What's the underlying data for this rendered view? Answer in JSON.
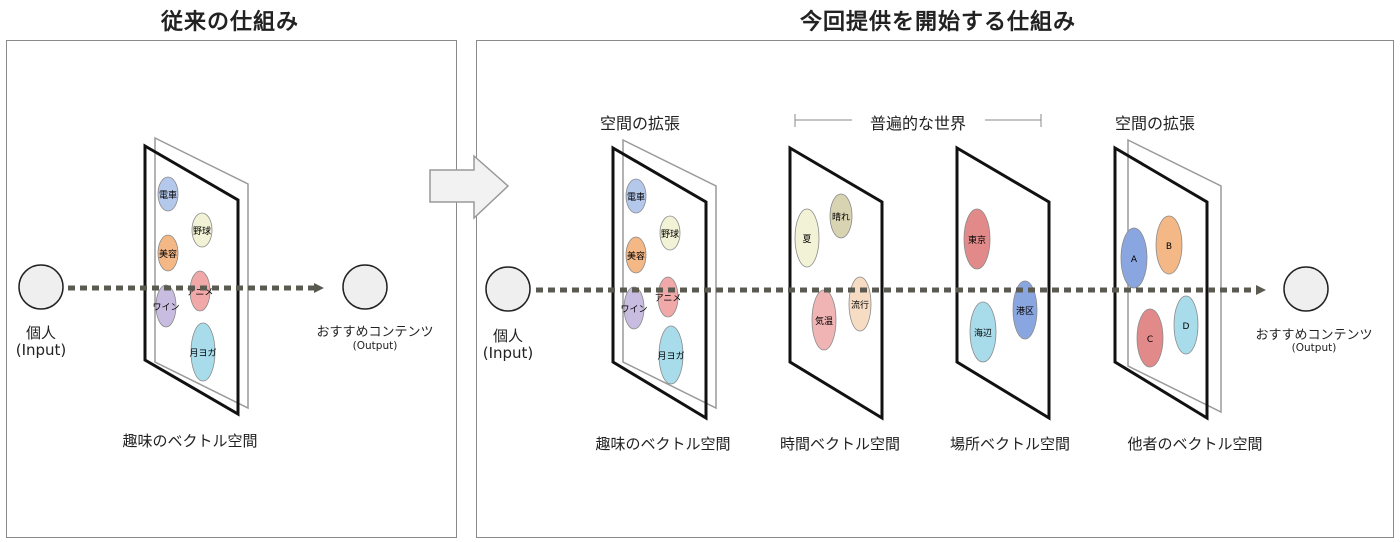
{
  "titles": {
    "left": "従来の仕組み",
    "right": "今回提供を開始する仕組み"
  },
  "left_panel": {
    "input_label": "個人",
    "input_sub": "(Input)",
    "output_label": "おすすめコンテンツ",
    "output_sub": "(Output)",
    "space_label": "趣味のベクトル空間",
    "bubbles": [
      "電車",
      "野球",
      "美容",
      "ワイン",
      "アニメ",
      "月ヨガ"
    ]
  },
  "right_panel": {
    "input_label": "個人",
    "input_sub": "(Input)",
    "output_label": "おすすめコンテンツ",
    "output_sub": "(Output)",
    "top_left_label": "空間の拡張",
    "top_mid_label": "普遍的な世界",
    "top_right_label": "空間の拡張",
    "spaces": [
      {
        "label": "趣味のベクトル空間",
        "bubbles": [
          "電車",
          "野球",
          "美容",
          "ワイン",
          "アニメ",
          "月ヨガ"
        ]
      },
      {
        "label": "時間ベクトル空間",
        "bubbles": [
          "夏",
          "晴れ",
          "気温",
          "流行"
        ]
      },
      {
        "label": "場所ベクトル空間",
        "bubbles": [
          "東京",
          "港区",
          "海辺"
        ]
      },
      {
        "label": "他者のベクトル空間",
        "bubbles": [
          "A",
          "B",
          "C",
          "D"
        ]
      }
    ]
  },
  "colors": {
    "arrow": "#5a5a50",
    "node_fill": "#efefef",
    "blue": "#b4c8ec",
    "yellow": "#f1f2d6",
    "orange": "#f4b887",
    "red": "#e89aa0",
    "purple": "#c8bde0",
    "cyan": "#a8dcea",
    "pink": "#f0a8a8",
    "blue_dark": "#8aa6e0"
  }
}
